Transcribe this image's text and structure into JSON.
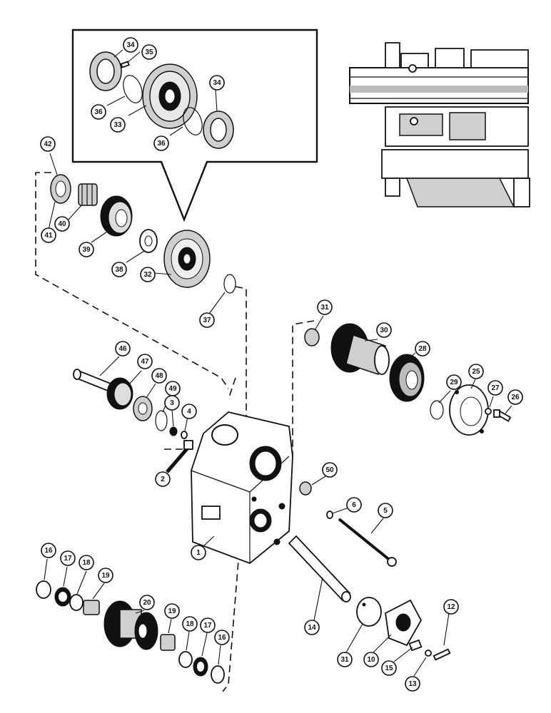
{
  "diagram": {
    "callouts": [
      {
        "id": "c34a",
        "label": "34"
      },
      {
        "id": "c35",
        "label": "35"
      },
      {
        "id": "c36a",
        "label": "36"
      },
      {
        "id": "c33",
        "label": "33"
      },
      {
        "id": "c34b",
        "label": "34"
      },
      {
        "id": "c36b",
        "label": "36"
      },
      {
        "id": "c42",
        "label": "42"
      },
      {
        "id": "c41",
        "label": "41"
      },
      {
        "id": "c40",
        "label": "40"
      },
      {
        "id": "c39",
        "label": "39"
      },
      {
        "id": "c38",
        "label": "38"
      },
      {
        "id": "c32",
        "label": "32"
      },
      {
        "id": "c37",
        "label": "37"
      },
      {
        "id": "c31a",
        "label": "31"
      },
      {
        "id": "c30",
        "label": "30"
      },
      {
        "id": "c28",
        "label": "28"
      },
      {
        "id": "c29",
        "label": "29"
      },
      {
        "id": "c25",
        "label": "25"
      },
      {
        "id": "c27",
        "label": "27"
      },
      {
        "id": "c26",
        "label": "26"
      },
      {
        "id": "c46",
        "label": "46"
      },
      {
        "id": "c47",
        "label": "47"
      },
      {
        "id": "c48",
        "label": "48"
      },
      {
        "id": "c49",
        "label": "49"
      },
      {
        "id": "c3",
        "label": "3"
      },
      {
        "id": "c4",
        "label": "4"
      },
      {
        "id": "c2",
        "label": "2"
      },
      {
        "id": "c50",
        "label": "50"
      },
      {
        "id": "c6",
        "label": "6"
      },
      {
        "id": "c5",
        "label": "5"
      },
      {
        "id": "c1",
        "label": "1"
      },
      {
        "id": "c14",
        "label": "14"
      },
      {
        "id": "c31b",
        "label": "31"
      },
      {
        "id": "c10",
        "label": "10"
      },
      {
        "id": "c12",
        "label": "12"
      },
      {
        "id": "c15",
        "label": "15"
      },
      {
        "id": "c13",
        "label": "13"
      },
      {
        "id": "c16a",
        "label": "16"
      },
      {
        "id": "c17a",
        "label": "17"
      },
      {
        "id": "c18a",
        "label": "18"
      },
      {
        "id": "c19a",
        "label": "19"
      },
      {
        "id": "c20",
        "label": "20"
      },
      {
        "id": "c19b",
        "label": "19"
      },
      {
        "id": "c18b",
        "label": "18"
      },
      {
        "id": "c17b",
        "label": "17"
      },
      {
        "id": "c16b",
        "label": "16"
      }
    ]
  }
}
